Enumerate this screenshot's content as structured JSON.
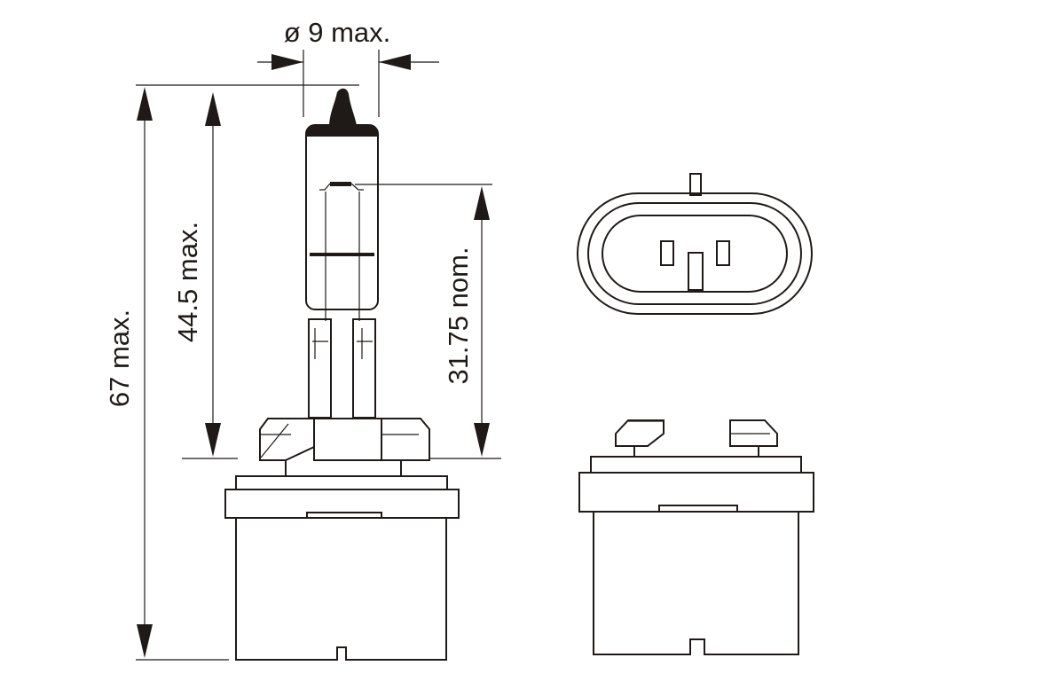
{
  "dimensions": {
    "diameter_label": "ø 9 max.",
    "overall_length_label": "67 max.",
    "bulb_length_label": "44.5 max.",
    "filament_position_label": "31.75 nom."
  },
  "colors": {
    "ink": "#1f1a17",
    "background": "#ffffff"
  }
}
